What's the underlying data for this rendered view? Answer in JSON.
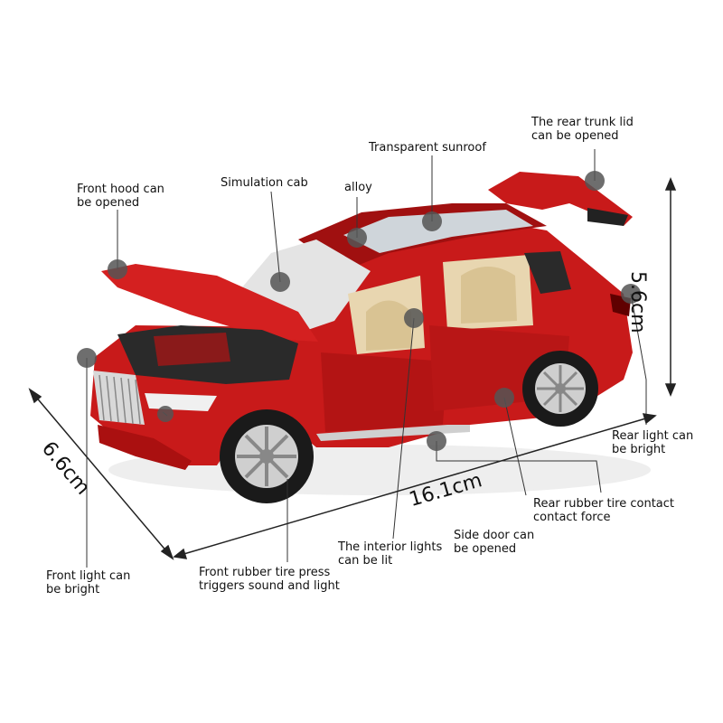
{
  "colors": {
    "body_red": "#c81a1a",
    "body_dark": "#7a0808",
    "interior": "#e8d6b0",
    "tire": "#1a1a1a",
    "callout_dot": "#555555"
  },
  "labels": {
    "trunk_lid": [
      "The rear trunk lid",
      "can be opened"
    ],
    "sunroof": [
      "Transparent sunroof"
    ],
    "front_hood": [
      "Front hood can",
      "be opened"
    ],
    "sim_cab": [
      "Simulation cab"
    ],
    "alloy": [
      "alloy"
    ],
    "rear_light": [
      "Rear light can",
      "be bright"
    ],
    "rear_tire": [
      "Rear rubber tire contact",
      "contact force"
    ],
    "side_door": [
      "Side door can",
      "be opened"
    ],
    "interior_lights": [
      "The interior lights",
      "can be lit"
    ],
    "front_tire": [
      "Front rubber tire press",
      "triggers sound and light"
    ],
    "front_light": [
      "Front light can",
      "be bright"
    ]
  },
  "dimensions": {
    "height": "5.6cm",
    "length": "16.1cm",
    "width": "6.6cm"
  }
}
